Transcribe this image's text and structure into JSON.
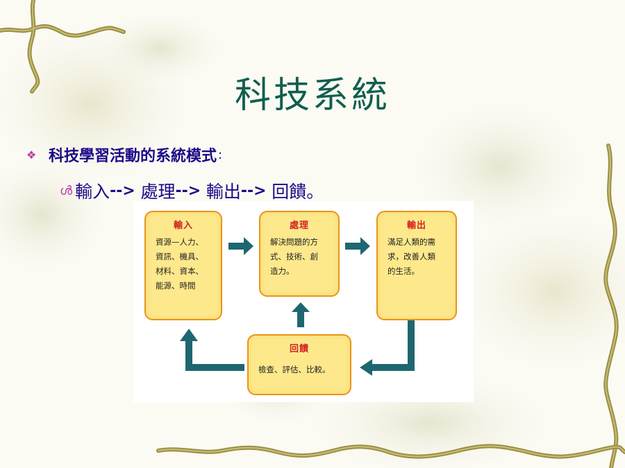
{
  "slide": {
    "title": "科技系統",
    "bullet": {
      "icon": "diamond-bullet-icon",
      "text": "科技學習活動的系統模式",
      "colon": ":"
    },
    "sub_bullet": {
      "icon": "swirl-bullet-icon",
      "step1": "輸入",
      "arrow1": "--> ",
      "step2": "處理",
      "arrow2": "--> ",
      "step3": "輸出",
      "arrow3": "--> ",
      "step4": "回饋。"
    }
  },
  "diagram": {
    "input": {
      "title": "輸入",
      "lines": [
        "資源—人力、",
        "資訊、機具、",
        "材料、資本、",
        "能源、時間"
      ]
    },
    "process": {
      "title": "處理",
      "lines": [
        "解決問題的方",
        "式、技術、創",
        "造力。"
      ]
    },
    "output": {
      "title": "輸出",
      "lines": [
        "滿足人類的需",
        "求，改善人類",
        "的生活。"
      ]
    },
    "feedback": {
      "title": "回饋",
      "lines": [
        "檢查、評估、比較。"
      ]
    }
  },
  "colors": {
    "title": "#0f5f4f",
    "bullet_text": "#1a0a88",
    "bullet_icon": "#b43aa8",
    "box_fill": "#fde98c",
    "box_border": "#e8941a",
    "box_title": "#d2231e",
    "arrow": "#1e6770"
  }
}
